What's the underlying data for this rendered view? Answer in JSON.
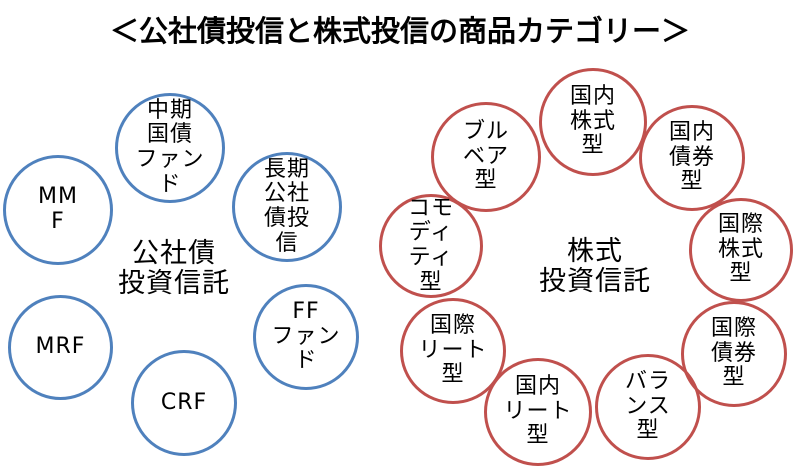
{
  "title": "＜公社債投信と株式投信の商品カテゴリー＞",
  "colors": {
    "bond_circle_stroke": "#4f81bd",
    "equity_circle_stroke": "#c0504d",
    "text": "#000000",
    "background": "#ffffff"
  },
  "bond_group": {
    "label_lines": [
      "公社債",
      "投資信託"
    ],
    "circles": [
      {
        "name": "chuki-kokusai-fund",
        "lines": [
          "中期",
          "国債",
          "ファン",
          "ド"
        ]
      },
      {
        "name": "choki-koshasai-toshin",
        "lines": [
          "長期",
          "公社",
          "債投",
          "信"
        ]
      },
      {
        "name": "mmf",
        "lines": [
          "MM",
          "F"
        ]
      },
      {
        "name": "mrf",
        "lines": [
          "MRF"
        ]
      },
      {
        "name": "crf",
        "lines": [
          "CRF"
        ]
      },
      {
        "name": "ff-fund",
        "lines": [
          "FF",
          "ファン",
          "ド"
        ]
      }
    ]
  },
  "equity_group": {
    "label_lines": [
      "株式",
      "投資信託"
    ],
    "circles": [
      {
        "name": "domestic-equity",
        "lines": [
          "国内",
          "株式",
          "型"
        ]
      },
      {
        "name": "domestic-bond",
        "lines": [
          "国内",
          "債券",
          "型"
        ]
      },
      {
        "name": "international-equity",
        "lines": [
          "国際",
          "株式",
          "型"
        ]
      },
      {
        "name": "international-bond",
        "lines": [
          "国際",
          "債券",
          "型"
        ]
      },
      {
        "name": "balance",
        "lines": [
          "バラ",
          "ンス",
          "型"
        ]
      },
      {
        "name": "domestic-reit",
        "lines": [
          "国内",
          "リート",
          "型"
        ]
      },
      {
        "name": "international-reit",
        "lines": [
          "国際",
          "リート",
          "型"
        ]
      },
      {
        "name": "commodity",
        "lines": [
          "コモ",
          "ディ",
          "ティ",
          "型"
        ]
      },
      {
        "name": "bull-bear",
        "lines": [
          "ブル",
          "ベア",
          "型"
        ]
      }
    ]
  }
}
